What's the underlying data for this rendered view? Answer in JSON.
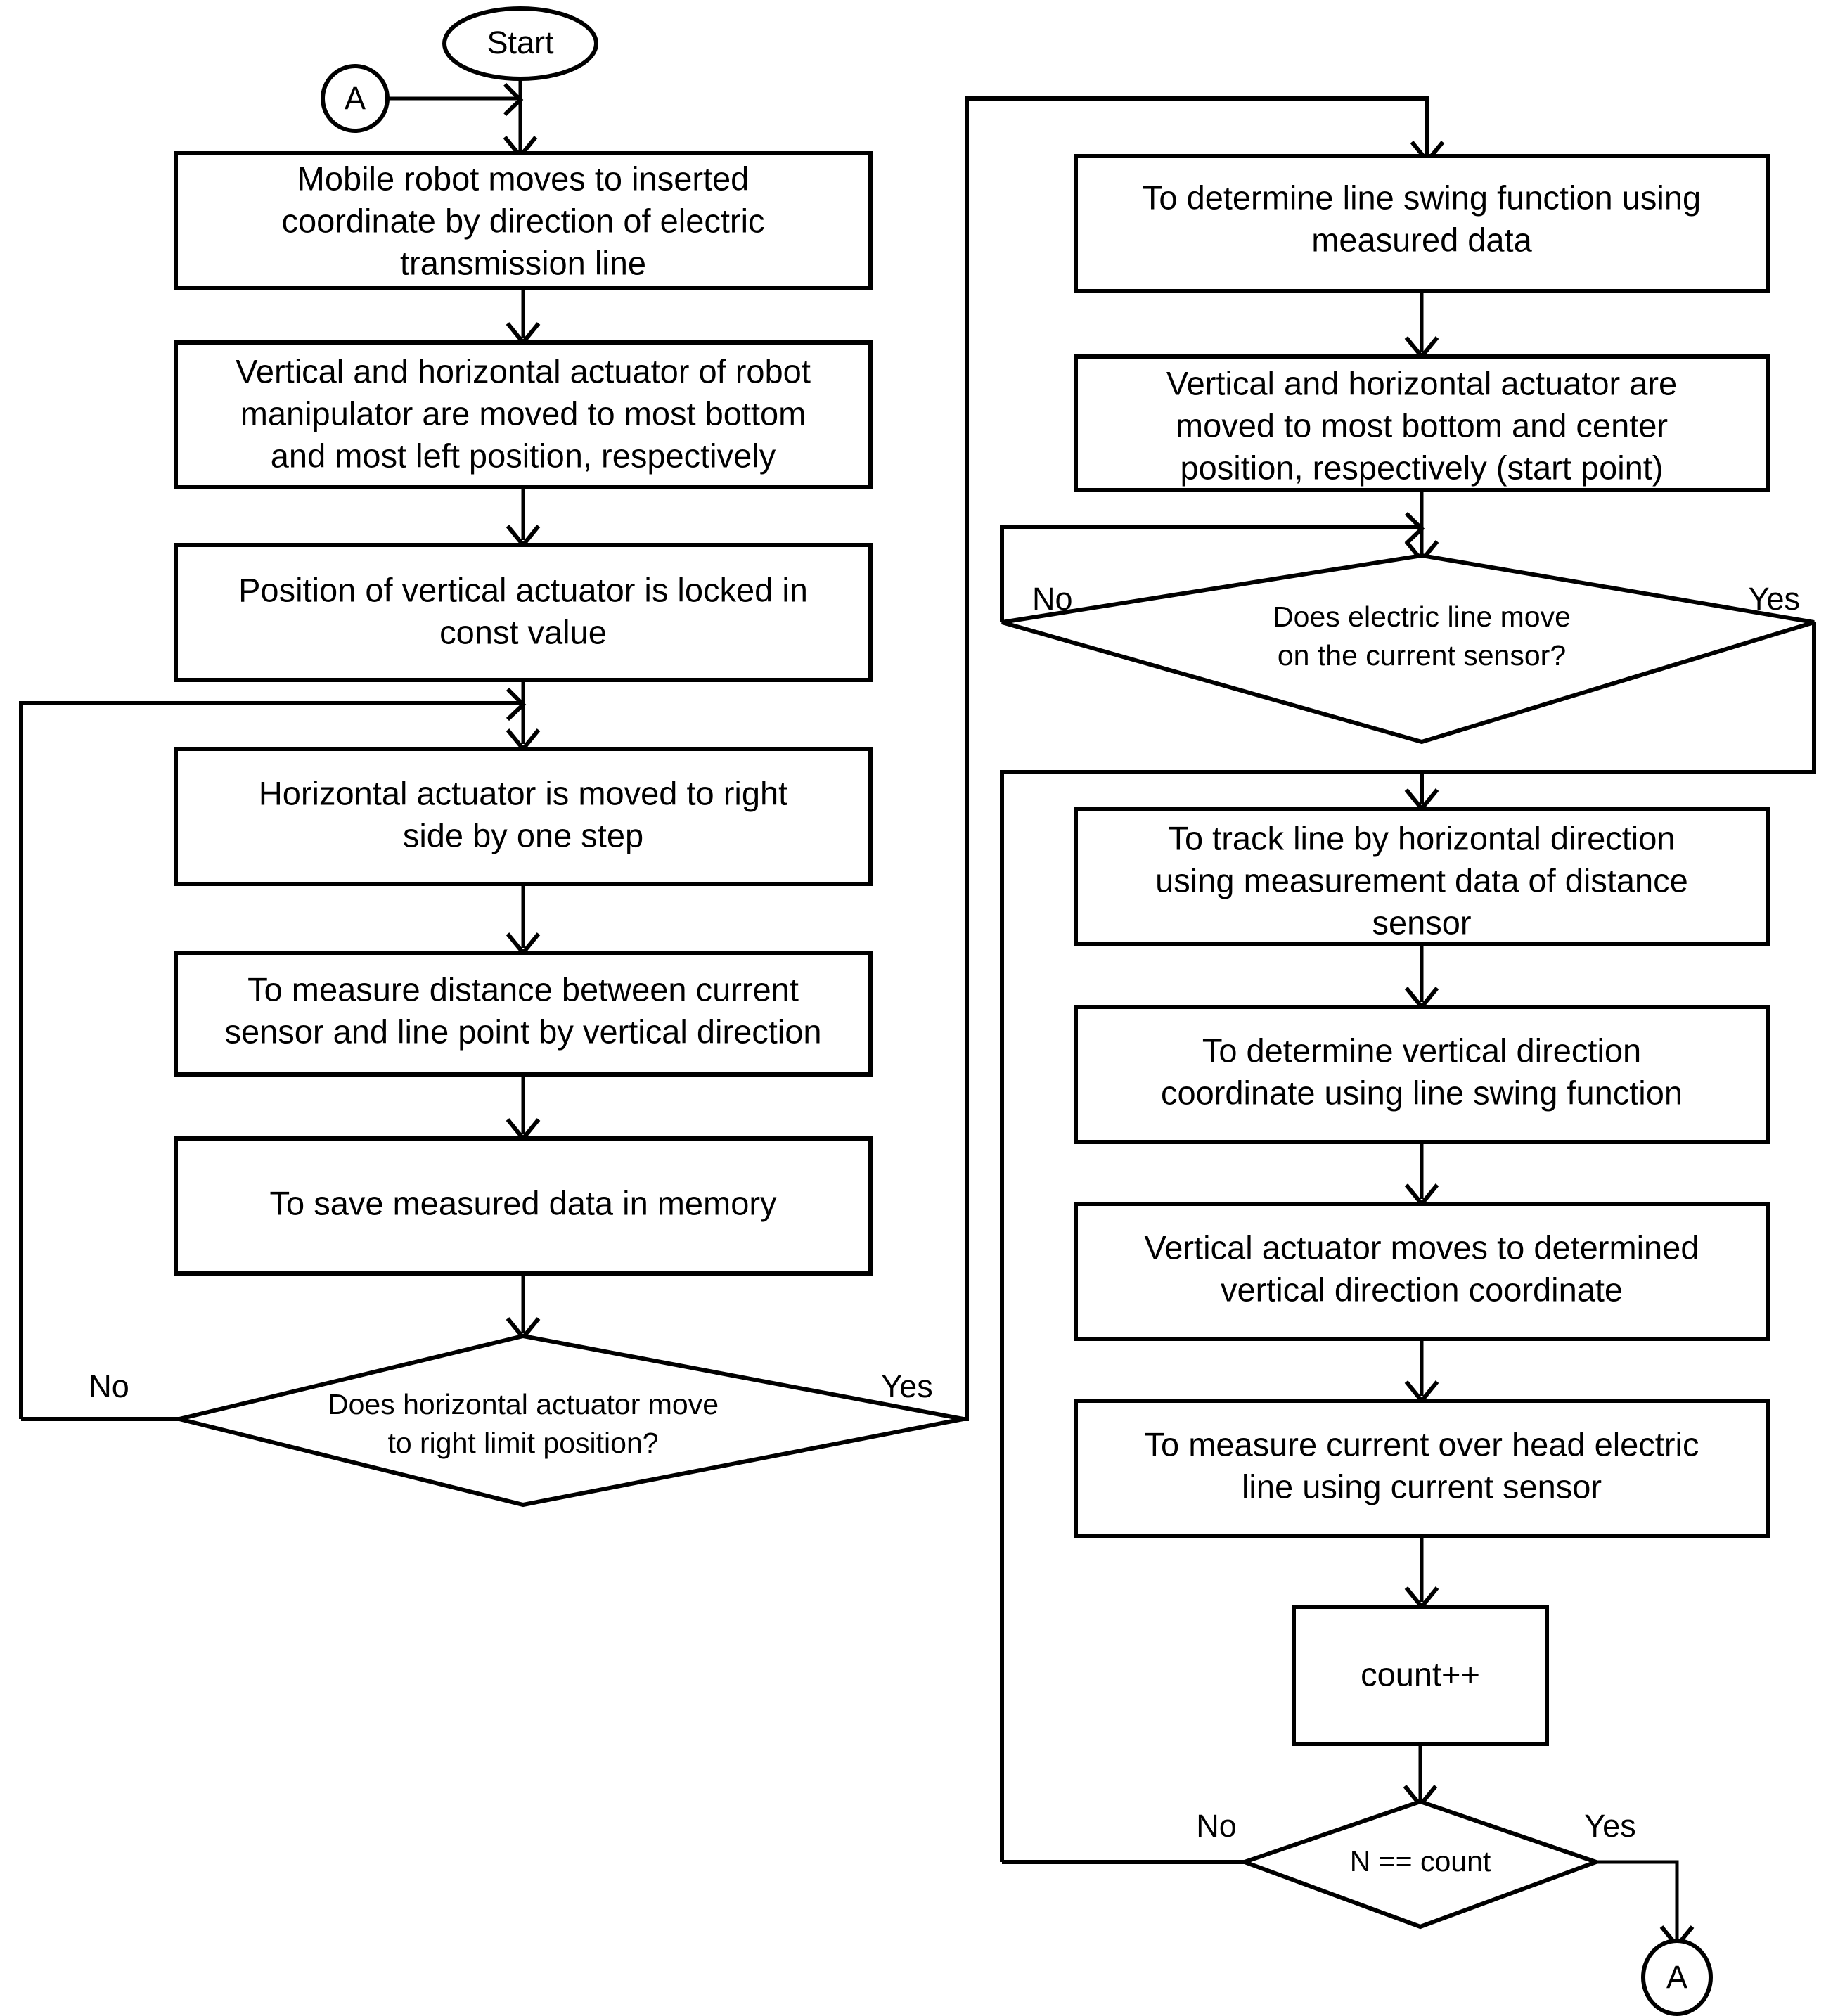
{
  "diagram": {
    "title": "Mobile robot line-tracking and current-measurement flowchart",
    "colors": {
      "stroke": "#000000",
      "fill": "#ffffff",
      "text": "#000000"
    },
    "terminals": {
      "start": "Start",
      "connector_in": "A",
      "connector_out": "A"
    },
    "left_column": {
      "steps": [
        {
          "id": "L1",
          "lines": [
            "Mobile robot moves to inserted",
            "coordinate by direction of electric",
            "transmission line"
          ]
        },
        {
          "id": "L2",
          "lines": [
            "Vertical and horizontal actuator of robot",
            "manipulator are moved to most bottom",
            "and most left position, respectively"
          ]
        },
        {
          "id": "L3",
          "lines": [
            "Position of vertical actuator is locked in",
            "const value"
          ]
        },
        {
          "id": "L4",
          "lines": [
            "Horizontal actuator is moved to right",
            "side by one step"
          ]
        },
        {
          "id": "L5",
          "lines": [
            "To measure distance between current",
            "sensor and line point by vertical direction"
          ]
        },
        {
          "id": "L6",
          "lines": [
            "To save measured data in memory"
          ]
        }
      ],
      "decision": {
        "id": "D1",
        "lines": [
          "Does horizontal actuator move",
          "to right limit position?"
        ],
        "no_label": "No",
        "yes_label": "Yes"
      }
    },
    "right_column": {
      "steps": [
        {
          "id": "R1",
          "lines": [
            "To determine line swing function using",
            "measured data"
          ]
        },
        {
          "id": "R2",
          "lines": [
            "Vertical and horizontal actuator are",
            "moved to most bottom and center",
            "position, respectively (start point)"
          ]
        },
        {
          "id": "R3",
          "lines": [
            "To track line by horizontal direction",
            "using measurement data of distance",
            "sensor"
          ]
        },
        {
          "id": "R4",
          "lines": [
            "To determine vertical direction",
            "coordinate using line swing function"
          ]
        },
        {
          "id": "R5",
          "lines": [
            "Vertical actuator moves to determined",
            "vertical direction coordinate"
          ]
        },
        {
          "id": "R6",
          "lines": [
            "To measure current over head electric",
            "line using current sensor"
          ]
        },
        {
          "id": "R7",
          "lines": [
            "count++"
          ]
        }
      ],
      "decisions": [
        {
          "id": "D2",
          "lines": [
            "Does electric line move",
            "on the current sensor?"
          ],
          "no_label": "No",
          "yes_label": "Yes"
        },
        {
          "id": "D3",
          "lines": [
            "N == count"
          ],
          "no_label": "No",
          "yes_label": "Yes"
        }
      ]
    }
  }
}
